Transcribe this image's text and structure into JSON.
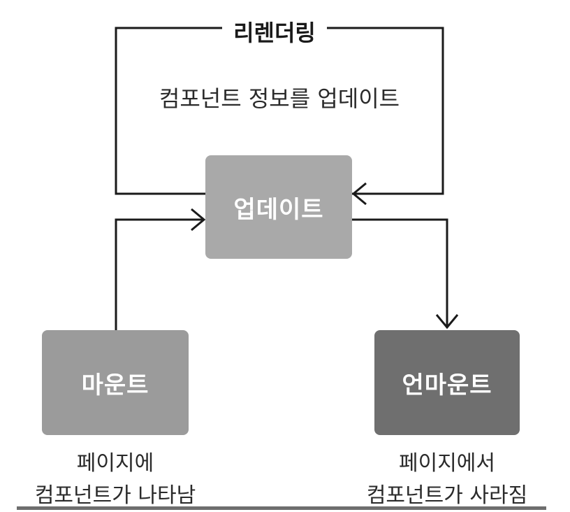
{
  "colors": {
    "update_box": "#a9a9a9",
    "mount_box": "#9b9b9b",
    "unmount_box": "#6f6f6f",
    "line": "#1a1a1a"
  },
  "rerender": {
    "title": "리렌더링",
    "description": "컴포넌트 정보를 업데이트"
  },
  "nodes": {
    "update": "업데이트",
    "mount": "마운트",
    "unmount": "언마운트"
  },
  "captions": {
    "mount_line1": "페이지에",
    "mount_line2": "컴포넌트가 나타남",
    "unmount_line1": "페이지에서",
    "unmount_line2": "컴포넌트가 사라짐"
  }
}
